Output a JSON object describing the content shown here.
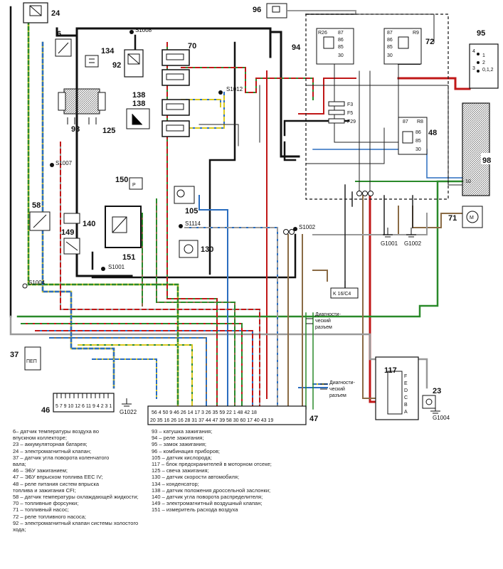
{
  "components": {
    "c24": "24",
    "c6": "6",
    "c96": "96",
    "c95": "95",
    "c134": "134",
    "c92": "92",
    "c70": "70",
    "c94": "94",
    "c72": "72",
    "c93": "93",
    "c125": "125",
    "c138": "138",
    "c138b": "138",
    "c48": "48",
    "c98": "98",
    "c58": "58",
    "c140": "140",
    "c149": "149",
    "c150": "150",
    "c105": "105",
    "c151": "151",
    "c130": "130",
    "c71": "71",
    "c37": "37",
    "c117": "117",
    "c23": "23",
    "c46": "46",
    "c47": "47"
  },
  "relays": {
    "r26": "R26",
    "r9": "R9",
    "r8": "R8"
  },
  "fuses": {
    "f3": "F3",
    "f5": "F5",
    "f29": "F29"
  },
  "relay_pins": [
    "87",
    "86",
    "85",
    "30",
    "87",
    "86",
    "85",
    "30",
    "87",
    "86",
    "85",
    "30"
  ],
  "splices": {
    "s1008": "S1008",
    "s1012": "S1012",
    "s1007": "S1007",
    "s1114": "S1114",
    "s1002": "S1002",
    "s1001": "S1001",
    "s1004": "S1004"
  },
  "grounds": {
    "g1001": "G1001",
    "g1002": "G1002",
    "g1022": "G1022",
    "g1004": "G1004"
  },
  "connector_k16": "K 16/C4",
  "diag_connector_1": [
    "Диагности-",
    "ческий",
    "разъем"
  ],
  "diag_connector_2": [
    "Диагности-",
    "ческий",
    "разъем"
  ],
  "ignition_switch_pins": [
    "4",
    "1",
    "2",
    "3",
    "0,1,2"
  ],
  "pin_98": "10",
  "fuse_box_117_letters": [
    "F",
    "E",
    "D",
    "C",
    "B",
    "A"
  ],
  "connector_46_pins": "5  7  9 10 12  6 11 9  4  2  3  1",
  "connector_47_top_pins": "56  4  50  9  46  26  14  17  3  26  35  59  22  1  48  42  18",
  "connector_47_bottom_pins": "20  35  16  26  16  28  31  37  44  47  39  58  30  60  17  40  43  19",
  "label_37_box": "ПЕП",
  "legend_left": [
    "6– датчик температуры воздуха во",
    "впускном коллекторе;",
    "23 – аккумуляторная батарея;",
    "24 – электромагнитный клапан;",
    "37 – датчик угла поворота коленчатого",
    "вала;",
    "46 – ЭБУ зажиганием;",
    "47 – ЭБУ впрыском топлива EEC IV;",
    "48 – реле питания систем впрыска",
    "топлива и зажигания CFI;",
    "58 – датчик температуры охлаждающей жидкости;",
    "70 – топливные форсунки;",
    "71 – топливный насос;",
    "72 – реле топливного насоса;",
    "92 – электромагнитный клапан системы холостого хода;"
  ],
  "legend_right": [
    "93 – катушка зажигания;",
    "94 – реле зажигания;",
    "95 – замок зажигания;",
    "96 – комбинация приборов;",
    "105 – датчик кислорода;",
    "117 – блок предохранителей в моторном отсеке;",
    "125 – свеча зажигания;",
    "130 – датчик скорости автомобиля;",
    "134 – конденсатор;",
    "138 – датчик положения дроссельной заслонки;",
    "140 – датчик угла поворота распределителя;",
    "149 – электромагнитный воздушный клапан;",
    "151 – измеритель расхода воздуха"
  ]
}
